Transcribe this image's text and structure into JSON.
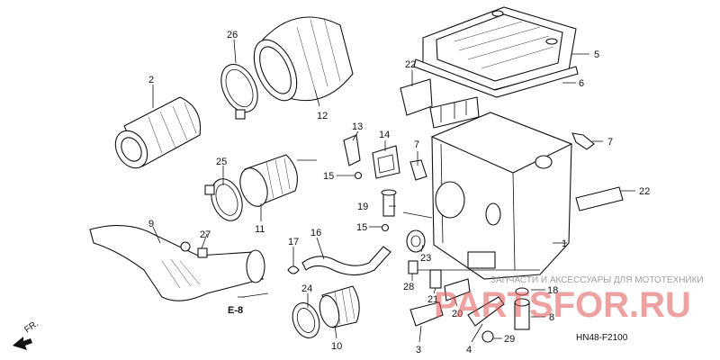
{
  "callouts": [
    {
      "id": "c1",
      "text": "1"
    },
    {
      "id": "c2",
      "text": "2"
    },
    {
      "id": "c3",
      "text": "3"
    },
    {
      "id": "c4",
      "text": "4"
    },
    {
      "id": "c5",
      "text": "5"
    },
    {
      "id": "c6",
      "text": "6"
    },
    {
      "id": "c7a",
      "text": "7"
    },
    {
      "id": "c7b",
      "text": "7"
    },
    {
      "id": "c8",
      "text": "8"
    },
    {
      "id": "c9",
      "text": "9"
    },
    {
      "id": "c10",
      "text": "10"
    },
    {
      "id": "c11",
      "text": "11"
    },
    {
      "id": "c12",
      "text": "12"
    },
    {
      "id": "c13",
      "text": "13"
    },
    {
      "id": "c14",
      "text": "14"
    },
    {
      "id": "c15a",
      "text": "15"
    },
    {
      "id": "c15b",
      "text": "15"
    },
    {
      "id": "c16",
      "text": "16"
    },
    {
      "id": "c17",
      "text": "17"
    },
    {
      "id": "c18",
      "text": "18"
    },
    {
      "id": "c19",
      "text": "19"
    },
    {
      "id": "c20",
      "text": "20"
    },
    {
      "id": "c21",
      "text": "21"
    },
    {
      "id": "c22a",
      "text": "22"
    },
    {
      "id": "c22b",
      "text": "22"
    },
    {
      "id": "c23",
      "text": "23"
    },
    {
      "id": "c24",
      "text": "24"
    },
    {
      "id": "c25",
      "text": "25"
    },
    {
      "id": "c26",
      "text": "26"
    },
    {
      "id": "c27",
      "text": "27"
    },
    {
      "id": "c28",
      "text": "28"
    },
    {
      "id": "c29",
      "text": "29"
    }
  ],
  "ref_label": "E-8",
  "direction_label": "FR.",
  "diagram_code": "HN48-F2100",
  "watermark": {
    "brand": "PARTSFOR.RU",
    "tagline": "ЗАПЧАСТИ И АКСЕССУАРЫ ДЛЯ МОТОТЕХНИКИ"
  }
}
